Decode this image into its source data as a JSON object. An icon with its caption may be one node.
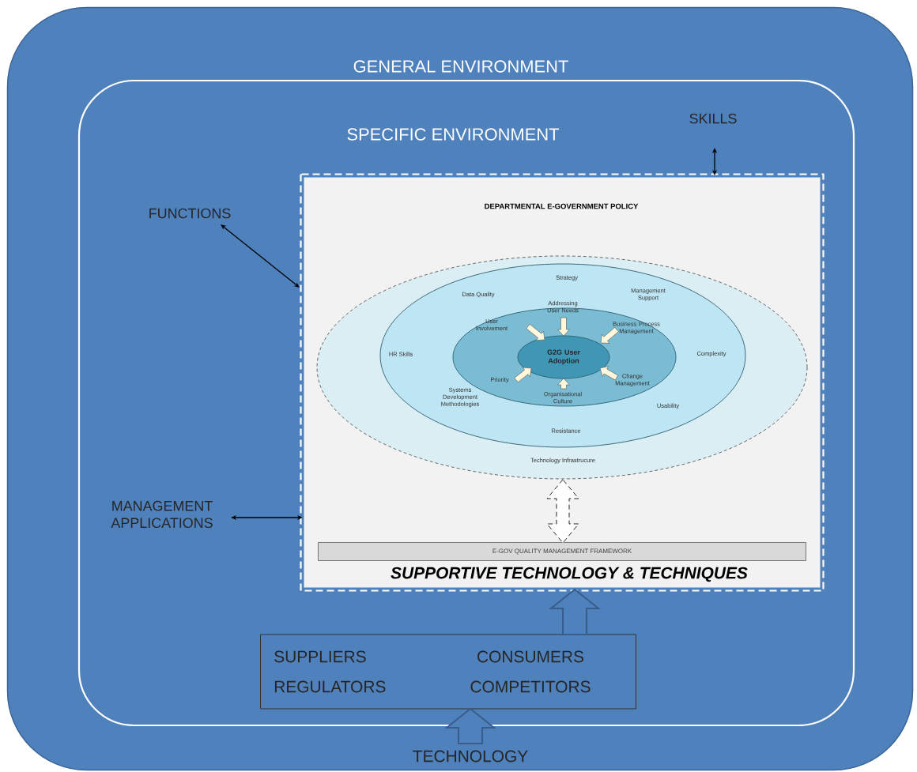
{
  "diagram": {
    "nodes": [
      {
        "text": [
          "GENERAL ENVIRONMENT"
        ]
      },
      {
        "text": [
          "SPECIFIC ENVIRONMENT"
        ],
        "in": 0
      },
      {
        "text": [
          "DEPARTMENTAL E-GOVERNMENT POLICY",
          "SUPPORTIVE TECHNOLOGY & TECHNIQUES"
        ],
        "in": 1
      },
      {
        "text": [
          "Technology Infrastrucure"
        ],
        "in": 2
      },
      {
        "text": [
          "Strategy",
          "Data Quality",
          "Management Support",
          "HR Skills",
          "Complexity",
          "Systems Development Methodologies",
          "Usability",
          "Resistance"
        ],
        "in": 3
      },
      {
        "text": [],
        "shape": "ellipse",
        "in": 4
      },
      {
        "text": [
          "G2G User Adoption"
        ],
        "in": 5
      },
      {
        "text": [
          "Addressing User Needs"
        ],
        "in": 5
      },
      {
        "text": [
          "User Involvement"
        ],
        "in": 5
      },
      {
        "text": [
          "Business Process Management"
        ],
        "in": 5
      },
      {
        "text": [
          "Priority"
        ],
        "in": 5
      },
      {
        "text": [
          "Change Management"
        ],
        "in": 5
      },
      {
        "text": [
          "Organisational Culture"
        ],
        "in": 5
      },
      {
        "text": [
          "E-GOV QUALITY MANAGEMENT FRAMEWORK"
        ],
        "in": 2
      },
      {
        "text": [
          "FUNCTIONS"
        ],
        "in": 1
      },
      {
        "text": [
          "MANAGEMENT APPLICATIONS"
        ],
        "in": 1
      },
      {
        "text": [
          "SKILLS"
        ],
        "in": 1
      },
      {
        "text": [
          "SUPPLIERS",
          "CONSUMERS",
          "REGULATORS",
          "COMPETITORS"
        ],
        "in": 1
      },
      {
        "text": [
          "TECHNOLOGY"
        ],
        "in": 0
      }
    ],
    "edges": [
      {
        "from": 14,
        "to": 2,
        "arrow": "both"
      },
      {
        "from": 15,
        "to": 2,
        "arrow": "both"
      },
      {
        "from": 16,
        "to": 2,
        "arrow": "both"
      },
      {
        "from": 3,
        "to": 13,
        "arrow": "both",
        "style": "dashed"
      },
      {
        "from": 17,
        "to": 2,
        "arrow": "to",
        "style": "thick",
        "color": "#385d8a"
      },
      {
        "from": 18,
        "to": 17,
        "arrow": "to",
        "style": "thick",
        "color": "#385d8a"
      },
      {
        "from": 7,
        "to": 6,
        "arrow": "to",
        "style": "thick"
      },
      {
        "from": 8,
        "to": 6,
        "arrow": "to",
        "style": "thick"
      },
      {
        "from": 9,
        "to": 6,
        "arrow": "to",
        "style": "thick"
      },
      {
        "from": 10,
        "to": 6,
        "arrow": "to",
        "style": "thick"
      },
      {
        "from": 11,
        "to": 6,
        "arrow": "to",
        "style": "thick"
      },
      {
        "from": 12,
        "to": 6,
        "arrow": "to",
        "style": "thick"
      }
    ]
  }
}
